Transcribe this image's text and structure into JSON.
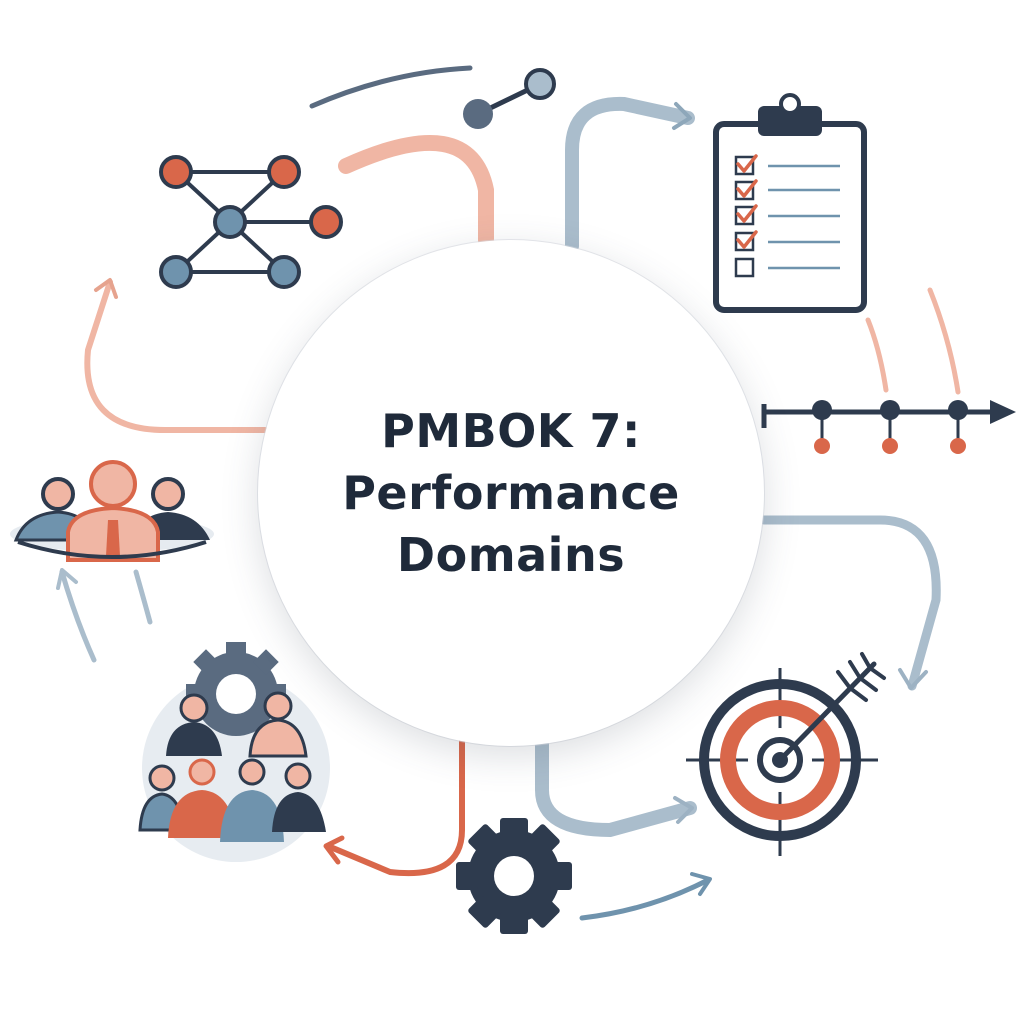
{
  "title": {
    "line1": "PMBOK 7:",
    "line2": "Performance",
    "line3": "Domains"
  },
  "colors": {
    "dark": "#2e3b4e",
    "blue": "#6f93ad",
    "lightBlue": "#aabdcc",
    "orange": "#d9674a",
    "peach": "#f0b6a4",
    "skin": "#e9a68f"
  },
  "icons": [
    "network-graph-icon",
    "node-link-icon",
    "checklist-clipboard-icon",
    "timeline-icon",
    "stakeholders-icon",
    "team-gear-icon",
    "gear-icon",
    "target-arrow-icon"
  ]
}
